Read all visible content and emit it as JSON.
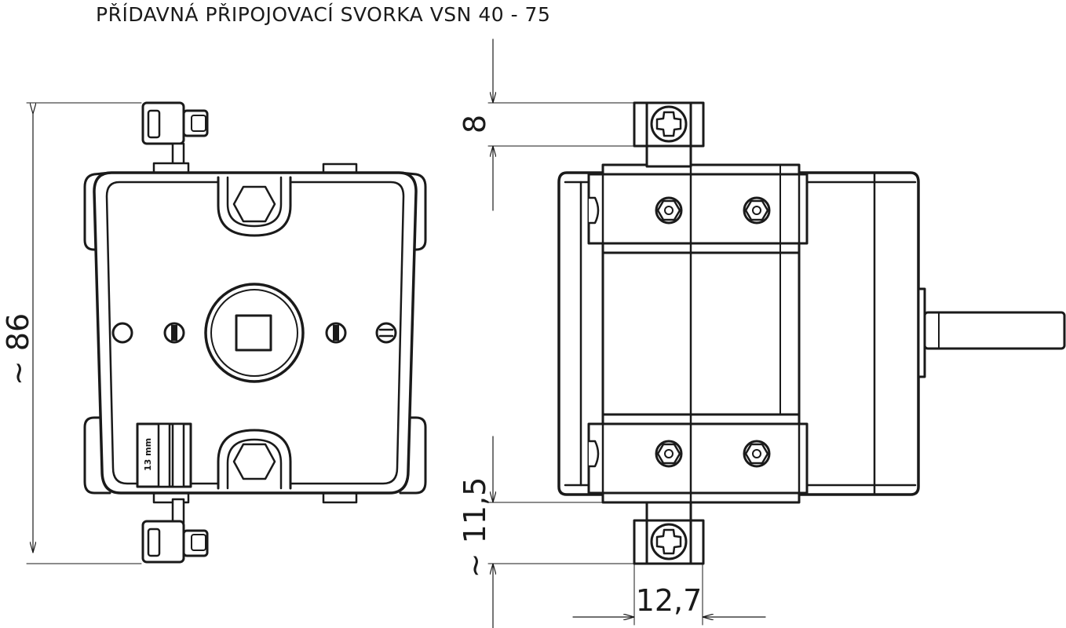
{
  "title": "PŘÍDAVNÁ PŘIPOJOVACÍ SVORKA VSN 40 - 75",
  "dimensions": {
    "height": "~ 86",
    "top_clearance": "8",
    "bottom_clearance": "~ 11,5",
    "terminal_width": "12,7"
  },
  "labels": {
    "terminal_size": "13 mm"
  },
  "colors": {
    "line": "#1a1a1a",
    "background": "#ffffff"
  }
}
